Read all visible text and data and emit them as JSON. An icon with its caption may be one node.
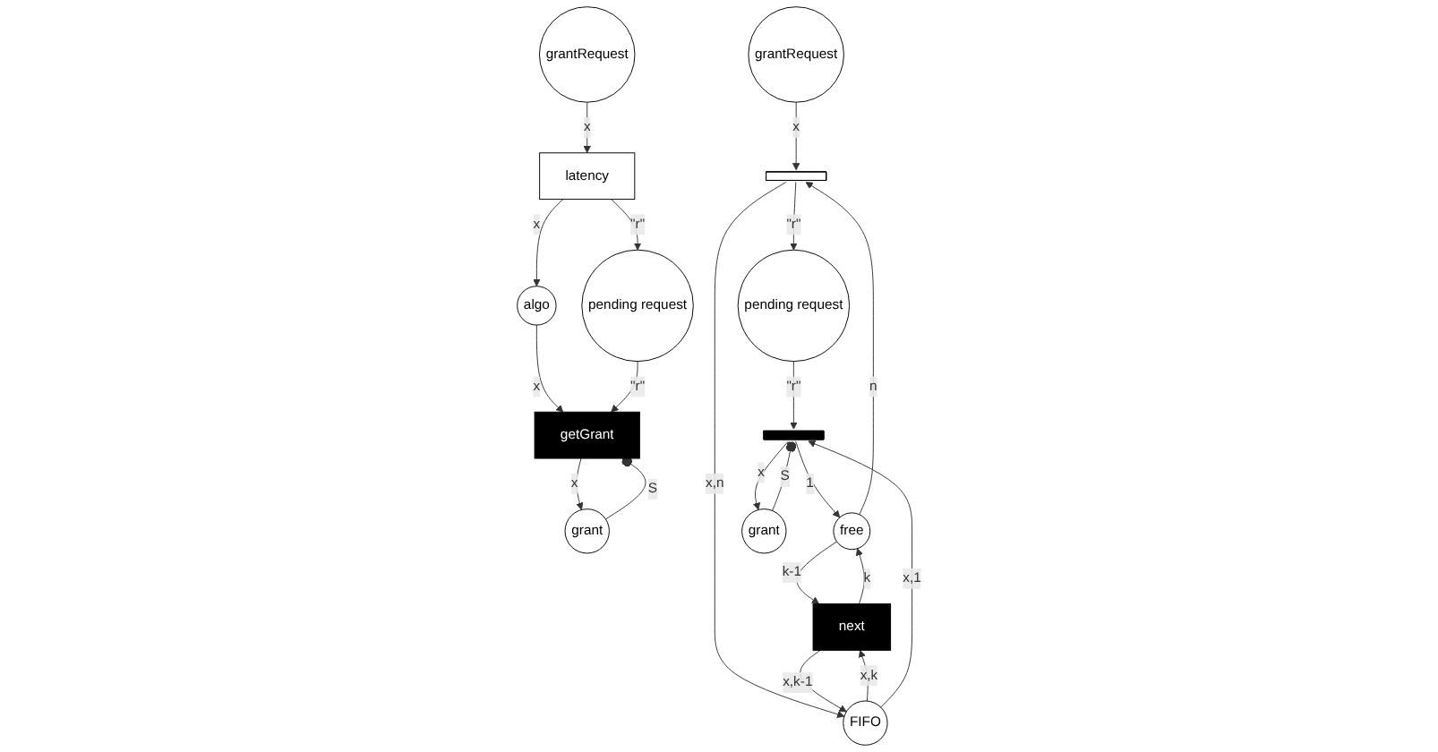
{
  "diagram": {
    "nodes": [
      {
        "text": [
          "grantRequest"
        ]
      },
      {
        "text": [
          "latency"
        ]
      },
      {
        "text": [
          "pending request"
        ]
      },
      {
        "text": [
          "algo"
        ]
      },
      {
        "text": [
          "getGrant"
        ]
      },
      {
        "text": [
          "grant"
        ]
      },
      {
        "text": [
          "grantRequest"
        ]
      },
      {
        "text": [],
        "shape": "bar"
      },
      {
        "text": [
          "pending request"
        ]
      },
      {
        "text": [
          "FIFO"
        ]
      },
      {
        "text": [
          "next"
        ]
      },
      {
        "text": [
          "free"
        ]
      },
      {
        "text": [],
        "shape": "bar"
      },
      {
        "text": [
          "grant"
        ]
      }
    ],
    "edges": [
      {
        "from": 0,
        "to": 1,
        "arrow": "to",
        "label": "x"
      },
      {
        "from": 1,
        "to": 2,
        "arrow": "to",
        "label": "\"r\""
      },
      {
        "from": 1,
        "to": 3,
        "arrow": "to",
        "label": "x"
      },
      {
        "from": 3,
        "to": 4,
        "arrow": "to",
        "label": "x"
      },
      {
        "from": 2,
        "to": 4,
        "arrow": "to",
        "label": "\"r\""
      },
      {
        "from": 4,
        "to": 5,
        "arrow": "to",
        "label": "x"
      },
      {
        "from": 5,
        "to": 4,
        "arrow": "other",
        "label": "S"
      },
      {
        "from": 6,
        "to": 7,
        "arrow": "to",
        "label": "x"
      },
      {
        "from": 7,
        "to": 8,
        "arrow": "to",
        "label": "\"r\""
      },
      {
        "from": 7,
        "to": 9,
        "arrow": "to",
        "label": "x,n"
      },
      {
        "from": 11,
        "to": 7,
        "arrow": "to",
        "label": "n"
      },
      {
        "from": 9,
        "to": 10,
        "arrow": "to",
        "label": "x,k"
      },
      {
        "from": 10,
        "to": 11,
        "arrow": "to",
        "label": "k"
      },
      {
        "from": 11,
        "to": 10,
        "arrow": "to",
        "label": "k-1"
      },
      {
        "from": 10,
        "to": 9,
        "arrow": "to",
        "label": "x,k-1"
      },
      {
        "from": 9,
        "to": 12,
        "arrow": "to",
        "label": "x,1"
      },
      {
        "from": 8,
        "to": 12,
        "arrow": "to",
        "label": "\"r\""
      },
      {
        "from": 12,
        "to": 11,
        "arrow": "to",
        "label": "1"
      },
      {
        "from": 12,
        "to": 13,
        "arrow": "to",
        "label": "x"
      },
      {
        "from": 13,
        "to": 12,
        "arrow": "other",
        "label": "S"
      }
    ]
  }
}
